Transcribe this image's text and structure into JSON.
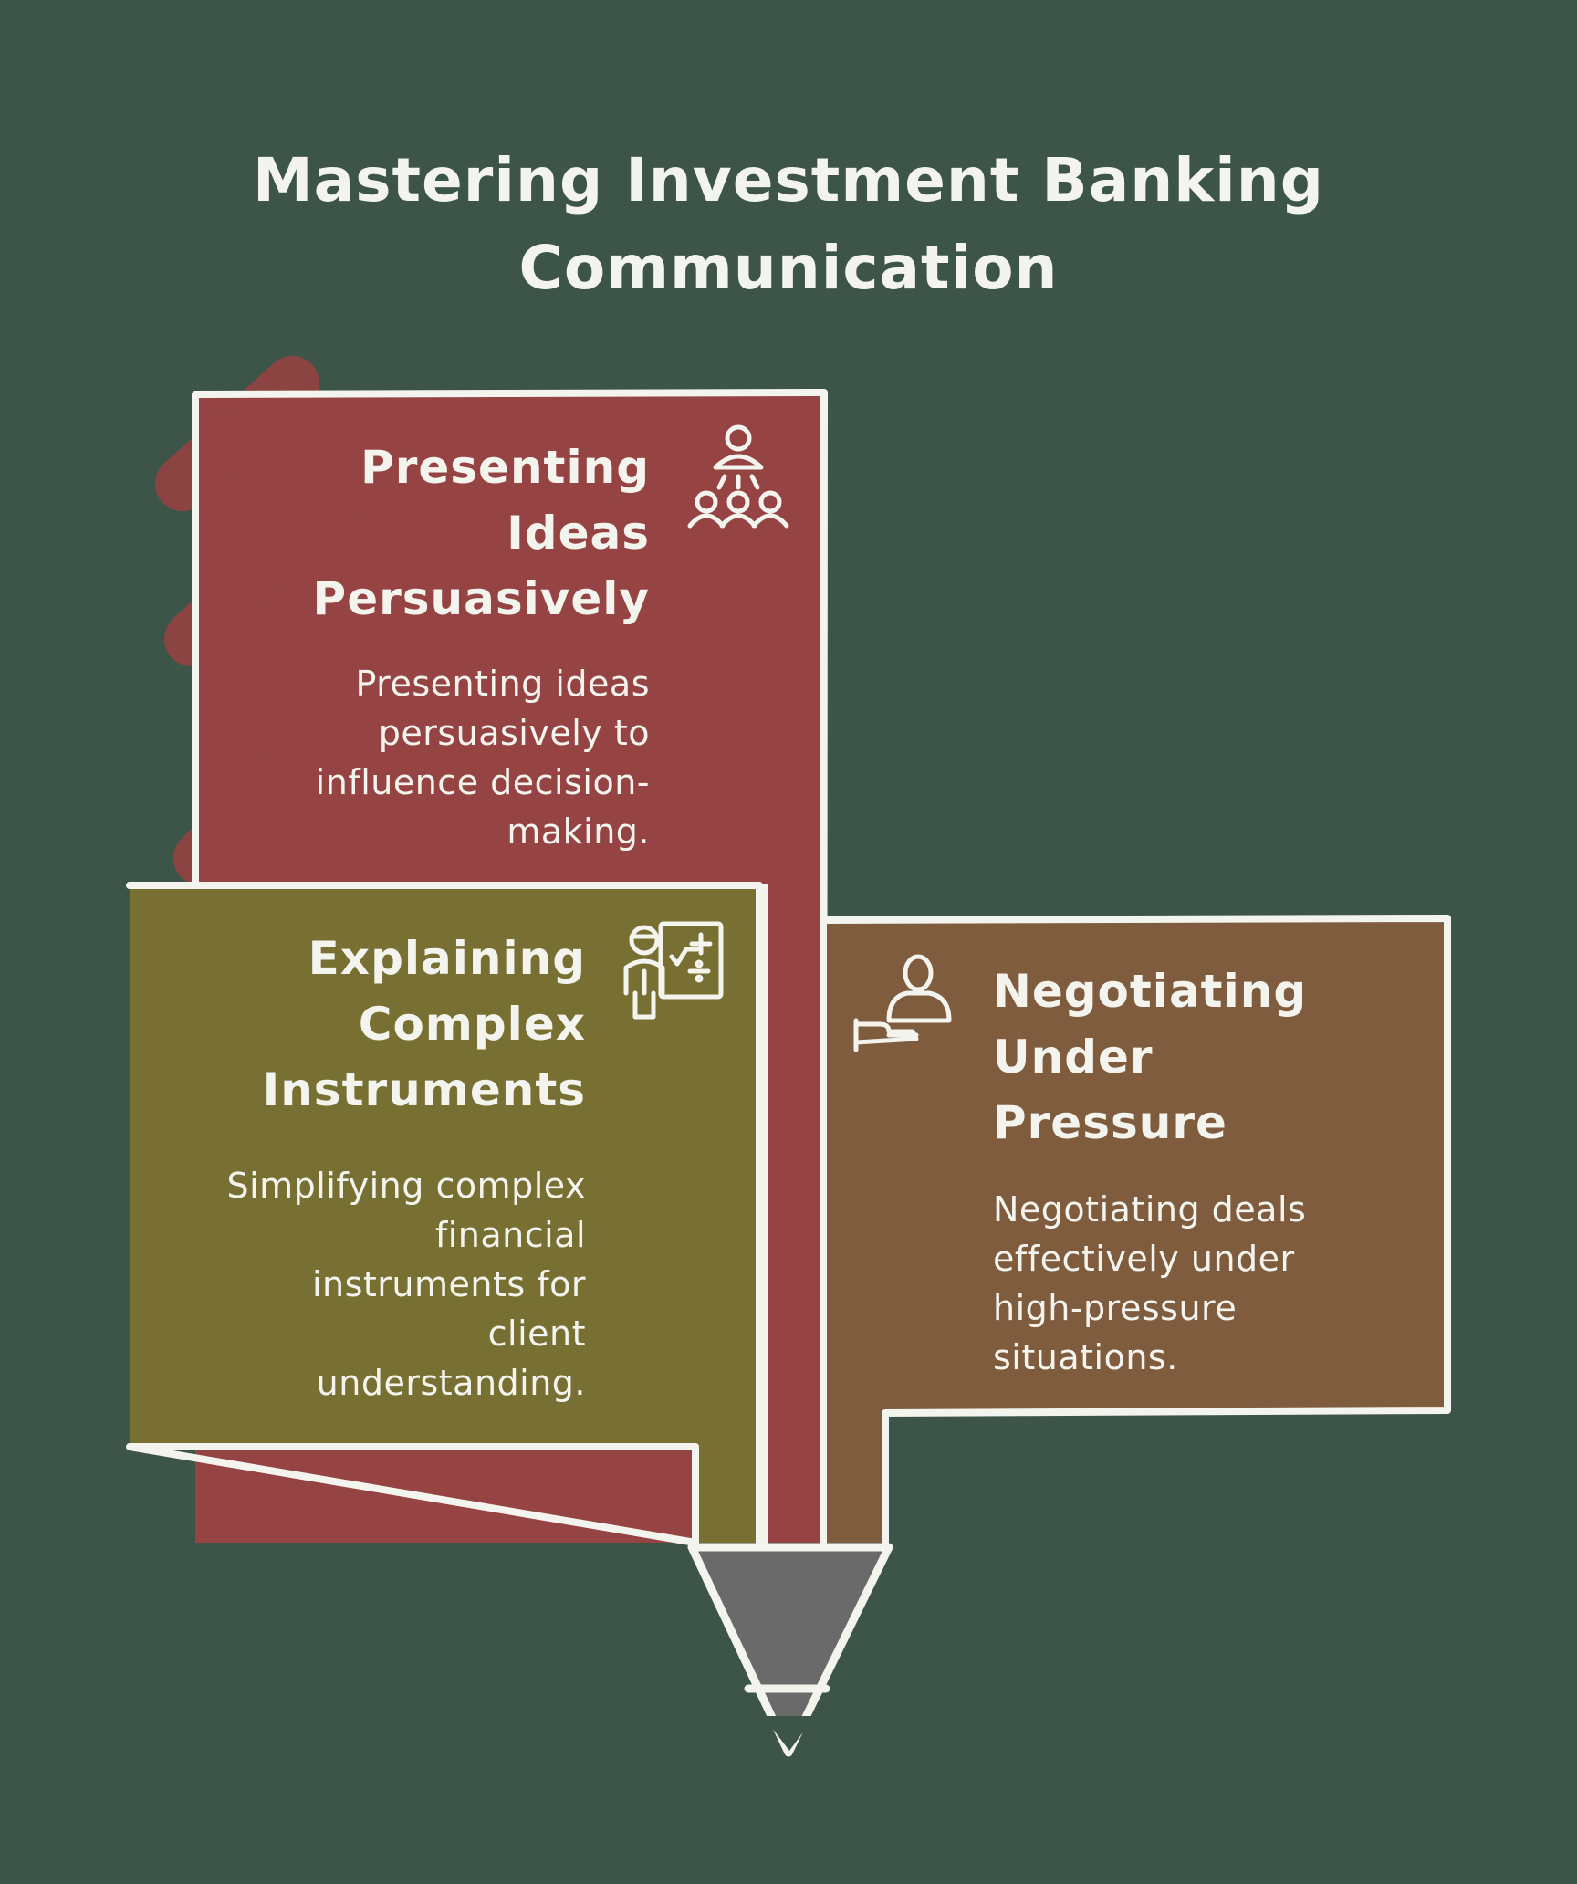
{
  "title": {
    "line1": "Mastering Investment Banking",
    "line2": "Communication"
  },
  "sections": [
    {
      "heading": [
        "Presenting",
        "Ideas",
        "Persuasively"
      ],
      "description": [
        "Presenting ideas",
        "persuasively to",
        "influence decision-",
        "making."
      ],
      "icon": "presenter-audience-icon",
      "color": "#954343"
    },
    {
      "heading": [
        "Explaining",
        "Complex",
        "Instruments"
      ],
      "description": [
        "Simplifying complex",
        "financial",
        "instruments for",
        "client",
        "understanding."
      ],
      "icon": "teacher-whiteboard-icon",
      "color": "#786f33"
    },
    {
      "heading": [
        "Negotiating",
        "Under",
        "Pressure"
      ],
      "description": [
        "Negotiating deals",
        "effectively under",
        "high-pressure",
        "situations."
      ],
      "icon": "hand-offering-person-icon",
      "color": "#7f5c3e"
    }
  ],
  "colors": {
    "background": "#3c5548",
    "outline": "#f4f4ee",
    "pencil_tip": "#6a6a6a"
  }
}
